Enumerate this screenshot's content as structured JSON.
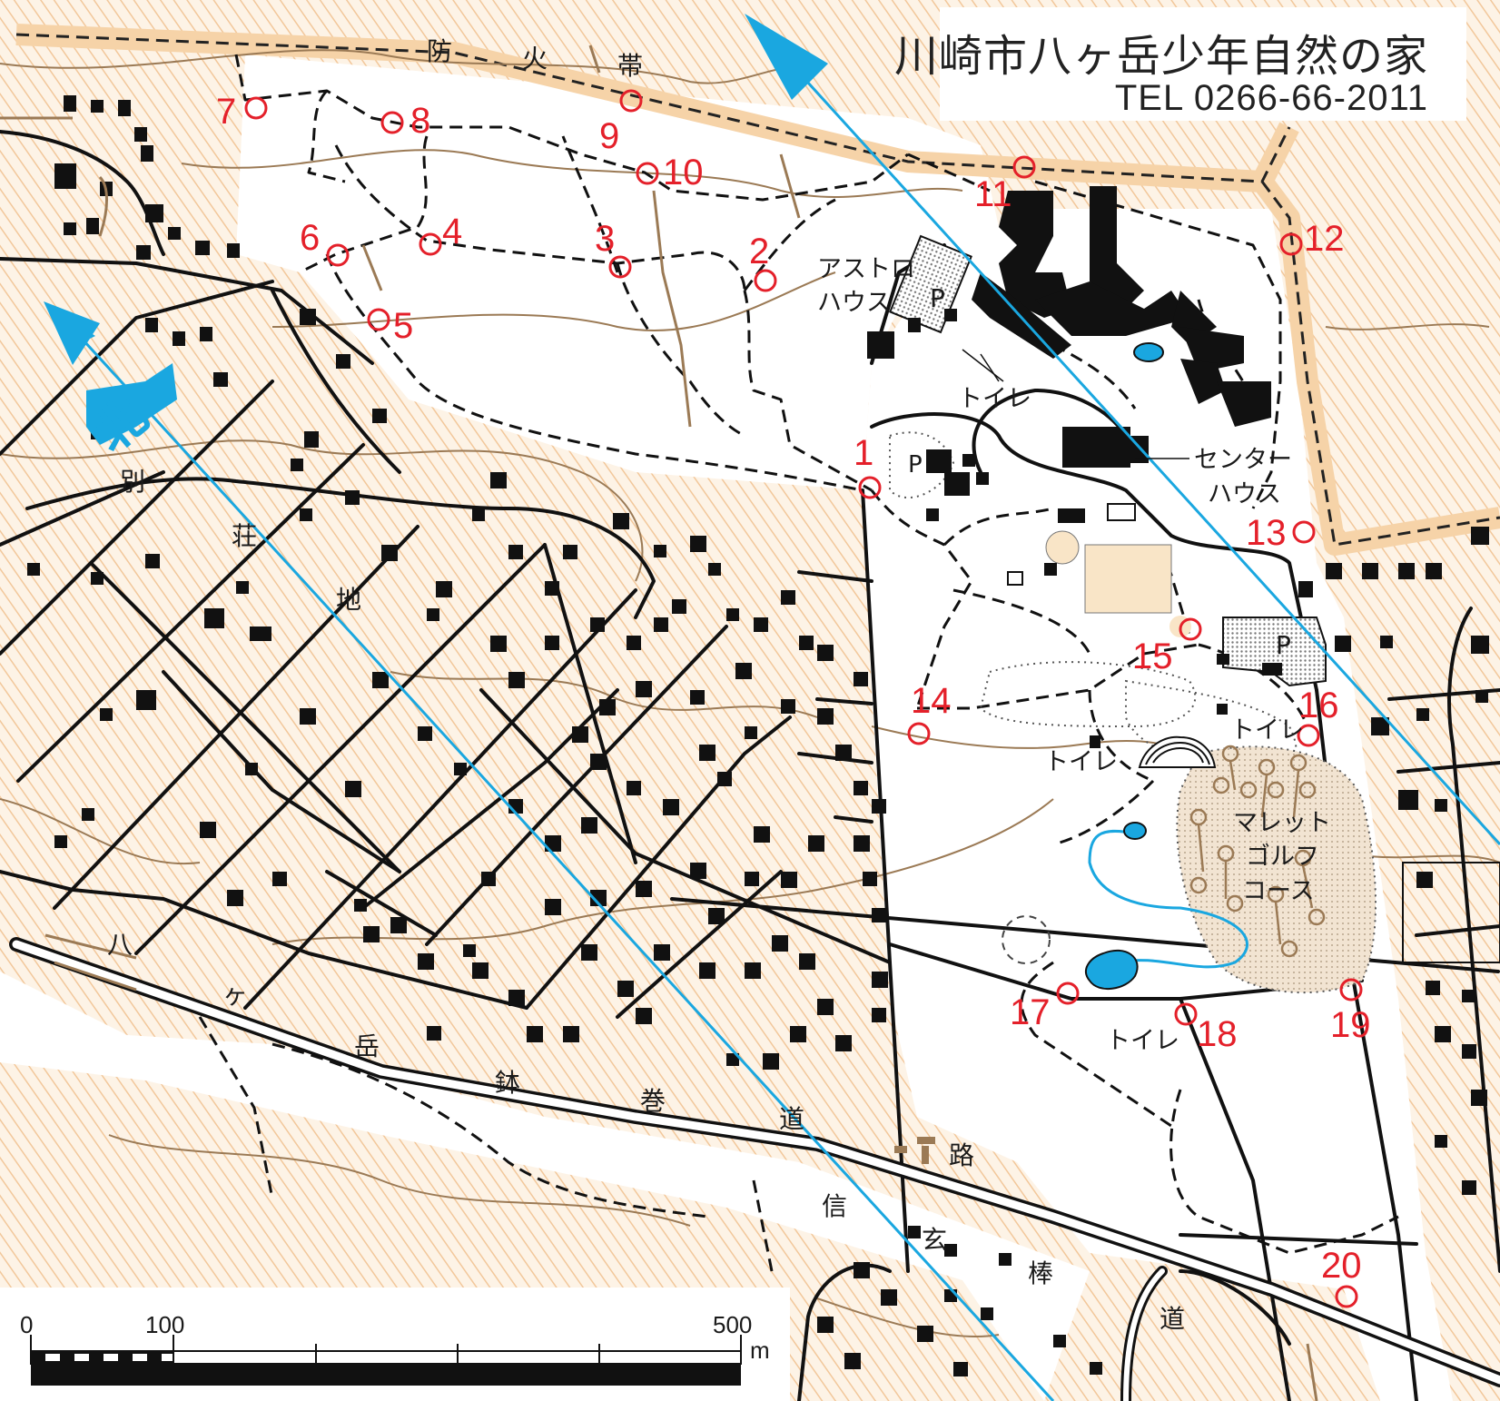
{
  "title": "川崎市八ヶ岳少年自然の家",
  "tel": "TEL 0266-66-2011",
  "north_label": "北",
  "area_labels": {
    "firebreak": [
      "防",
      "火",
      "帯"
    ],
    "villa": [
      "別",
      "荘",
      "地"
    ],
    "hachimaki_road": [
      "八",
      "ヶ",
      "岳",
      "鉢",
      "巻",
      "道",
      "路"
    ],
    "shingen_road": [
      "信",
      "玄",
      "棒",
      "道"
    ]
  },
  "facility_labels": {
    "astro_house": [
      "アストロ",
      "ハウス"
    ],
    "center_house": [
      "センター",
      "ハウス"
    ],
    "mallet_golf": [
      "マレット",
      "ゴルフ",
      "コース"
    ],
    "toilet": "トイレ",
    "parking": "P"
  },
  "controls": [
    "1",
    "2",
    "3",
    "4",
    "5",
    "6",
    "7",
    "8",
    "9",
    "10",
    "11",
    "12",
    "13",
    "14",
    "15",
    "16",
    "17",
    "18",
    "19",
    "20"
  ],
  "scale": {
    "labels": [
      "0",
      "100",
      "500"
    ],
    "unit": "m"
  },
  "colors": {
    "firebreak": "#f6d3a8",
    "hatch": "#f2c79a",
    "north_line": "#1aa7e0",
    "control": "#e4202a",
    "contour": "#9b7a55",
    "building": "#111111",
    "water": "#1aa7e0"
  }
}
